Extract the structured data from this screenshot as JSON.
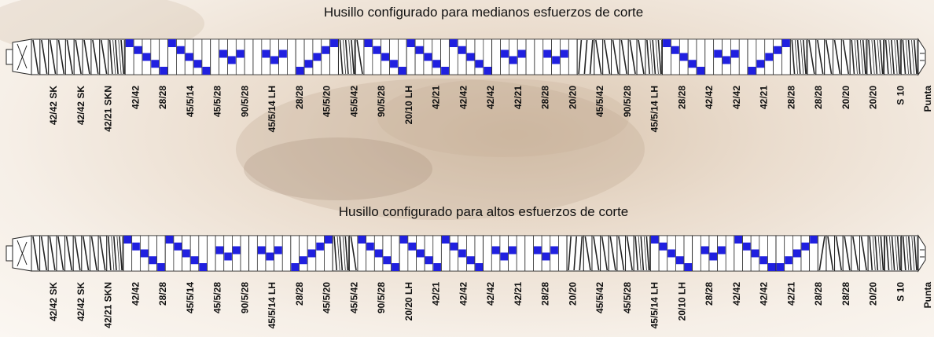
{
  "colors": {
    "kneading": "#2020e0",
    "outline": "#222222",
    "fill": "#ffffff"
  },
  "screws": [
    {
      "title": "Husillo configurado para medianos esfuerzos de corte",
      "labels": [
        "42/42 SK",
        "42/42 SK",
        "42/21 SKN",
        "42/42",
        "28/28",
        "45/5/14",
        "45/5/28",
        "90/5/28",
        "45/5/14 LH",
        "28/28",
        "45/5/20",
        "45/5/42",
        "90/5/28",
        "20/10 LH",
        "42/21",
        "42/42",
        "42/42",
        "42/21",
        "28/28",
        "20/20",
        "45/5/42",
        "90/5/28",
        "45/5/14 LH",
        "28/28",
        "42/42",
        "42/42",
        "42/21",
        "28/28",
        "28/28",
        "20/20",
        "20/20",
        "S 10",
        "Punta"
      ],
      "elements": [
        {
          "t": "end"
        },
        {
          "t": "conv",
          "n": 1,
          "d": "R"
        },
        {
          "t": "conv",
          "n": 1,
          "d": "R"
        },
        {
          "t": "conv",
          "n": 1,
          "d": "R"
        },
        {
          "t": "conv",
          "n": 1,
          "d": "R"
        },
        {
          "t": "conv",
          "n": 1,
          "d": "R"
        },
        {
          "t": "conv",
          "n": 1,
          "d": "R"
        },
        {
          "t": "conv",
          "n": 1,
          "d": "R"
        },
        {
          "t": "conv",
          "n": 1,
          "d": "R"
        },
        {
          "t": "conv",
          "n": 1,
          "d": "R"
        },
        {
          "t": "conv",
          "n": 2,
          "d": "R"
        },
        {
          "t": "knead",
          "n": 5,
          "d": "R"
        },
        {
          "t": "knead",
          "n": 5,
          "d": "R"
        },
        {
          "t": "knead",
          "n": 5,
          "d": "N"
        },
        {
          "t": "knead",
          "n": 5,
          "d": "N"
        },
        {
          "t": "knead",
          "n": 5,
          "d": "L"
        },
        {
          "t": "conv",
          "n": 2,
          "d": "R"
        },
        {
          "t": "conv",
          "n": 1,
          "d": "R"
        },
        {
          "t": "knead",
          "n": 5,
          "d": "R"
        },
        {
          "t": "knead",
          "n": 5,
          "d": "R"
        },
        {
          "t": "knead",
          "n": 5,
          "d": "R"
        },
        {
          "t": "knead",
          "n": 5,
          "d": "N"
        },
        {
          "t": "knead",
          "n": 5,
          "d": "N"
        },
        {
          "t": "conv",
          "n": 2,
          "d": "L"
        },
        {
          "t": "conv",
          "n": 1,
          "d": "R"
        },
        {
          "t": "conv",
          "n": 1,
          "d": "R"
        },
        {
          "t": "conv",
          "n": 1,
          "d": "R"
        },
        {
          "t": "conv",
          "n": 1,
          "d": "R"
        },
        {
          "t": "conv",
          "n": 1,
          "d": "R"
        },
        {
          "t": "conv",
          "n": 1,
          "d": "R"
        },
        {
          "t": "conv",
          "n": 2,
          "d": "R"
        },
        {
          "t": "knead",
          "n": 5,
          "d": "R"
        },
        {
          "t": "knead",
          "n": 5,
          "d": "N"
        },
        {
          "t": "knead",
          "n": 5,
          "d": "L"
        },
        {
          "t": "conv",
          "n": 2,
          "d": "R"
        },
        {
          "t": "conv",
          "n": 1,
          "d": "R"
        },
        {
          "t": "conv",
          "n": 1,
          "d": "R"
        },
        {
          "t": "conv",
          "n": 1,
          "d": "R"
        },
        {
          "t": "conv",
          "n": 1,
          "d": "R"
        },
        {
          "t": "conv",
          "n": 1,
          "d": "R"
        },
        {
          "t": "conv",
          "n": 2,
          "d": "R"
        },
        {
          "t": "conv",
          "n": 2,
          "d": "R"
        },
        {
          "t": "conv",
          "n": 2,
          "d": "R"
        },
        {
          "t": "conv",
          "n": 2,
          "d": "R"
        },
        {
          "t": "tip"
        }
      ]
    },
    {
      "title": "Husillo configurado para altos esfuerzos de corte",
      "labels": [
        "42/42 SK",
        "42/42 SK",
        "42/21 SKN",
        "42/42",
        "28/28",
        "45/5/14",
        "45/5/28",
        "90/5/28",
        "45/5/14 LH",
        "28/28",
        "45/5/20",
        "45/5/42",
        "90/5/28",
        "20/20 LH",
        "42/21",
        "42/42",
        "42/42",
        "42/21",
        "28/28",
        "20/20",
        "45/5/42",
        "45/5/28",
        "45/5/14 LH",
        "20/10 LH",
        "28/28",
        "42/42",
        "42/42",
        "42/21",
        "28/28",
        "28/28",
        "20/20",
        "S 10",
        "Punta"
      ],
      "elements": [
        {
          "t": "end"
        },
        {
          "t": "conv",
          "n": 1,
          "d": "R"
        },
        {
          "t": "conv",
          "n": 1,
          "d": "R"
        },
        {
          "t": "conv",
          "n": 1,
          "d": "R"
        },
        {
          "t": "conv",
          "n": 1,
          "d": "R"
        },
        {
          "t": "conv",
          "n": 1,
          "d": "R"
        },
        {
          "t": "conv",
          "n": 1,
          "d": "R"
        },
        {
          "t": "conv",
          "n": 1,
          "d": "R"
        },
        {
          "t": "conv",
          "n": 1,
          "d": "R"
        },
        {
          "t": "conv",
          "n": 1,
          "d": "R"
        },
        {
          "t": "conv",
          "n": 2,
          "d": "R"
        },
        {
          "t": "knead",
          "n": 5,
          "d": "R"
        },
        {
          "t": "knead",
          "n": 5,
          "d": "R"
        },
        {
          "t": "knead",
          "n": 5,
          "d": "N"
        },
        {
          "t": "knead",
          "n": 5,
          "d": "N"
        },
        {
          "t": "knead",
          "n": 5,
          "d": "L"
        },
        {
          "t": "conv",
          "n": 2,
          "d": "R"
        },
        {
          "t": "conv",
          "n": 1,
          "d": "R"
        },
        {
          "t": "knead",
          "n": 5,
          "d": "R"
        },
        {
          "t": "knead",
          "n": 5,
          "d": "R"
        },
        {
          "t": "knead",
          "n": 5,
          "d": "R"
        },
        {
          "t": "knead",
          "n": 5,
          "d": "N"
        },
        {
          "t": "knead",
          "n": 5,
          "d": "N"
        },
        {
          "t": "conv",
          "n": 2,
          "d": "L"
        },
        {
          "t": "conv",
          "n": 1,
          "d": "R"
        },
        {
          "t": "conv",
          "n": 1,
          "d": "R"
        },
        {
          "t": "conv",
          "n": 1,
          "d": "R"
        },
        {
          "t": "conv",
          "n": 1,
          "d": "R"
        },
        {
          "t": "conv",
          "n": 1,
          "d": "R"
        },
        {
          "t": "conv",
          "n": 1,
          "d": "R"
        },
        {
          "t": "conv",
          "n": 2,
          "d": "R"
        },
        {
          "t": "knead",
          "n": 5,
          "d": "R"
        },
        {
          "t": "knead",
          "n": 5,
          "d": "N"
        },
        {
          "t": "knead",
          "n": 5,
          "d": "R"
        },
        {
          "t": "knead",
          "n": 5,
          "d": "L"
        },
        {
          "t": "conv",
          "n": 1,
          "d": "L"
        },
        {
          "t": "conv",
          "n": 1,
          "d": "R"
        },
        {
          "t": "conv",
          "n": 1,
          "d": "R"
        },
        {
          "t": "conv",
          "n": 1,
          "d": "R"
        },
        {
          "t": "conv",
          "n": 1,
          "d": "R"
        },
        {
          "t": "conv",
          "n": 1,
          "d": "R"
        },
        {
          "t": "conv",
          "n": 2,
          "d": "R"
        },
        {
          "t": "conv",
          "n": 2,
          "d": "R"
        },
        {
          "t": "conv",
          "n": 2,
          "d": "R"
        },
        {
          "t": "tip"
        }
      ]
    }
  ]
}
